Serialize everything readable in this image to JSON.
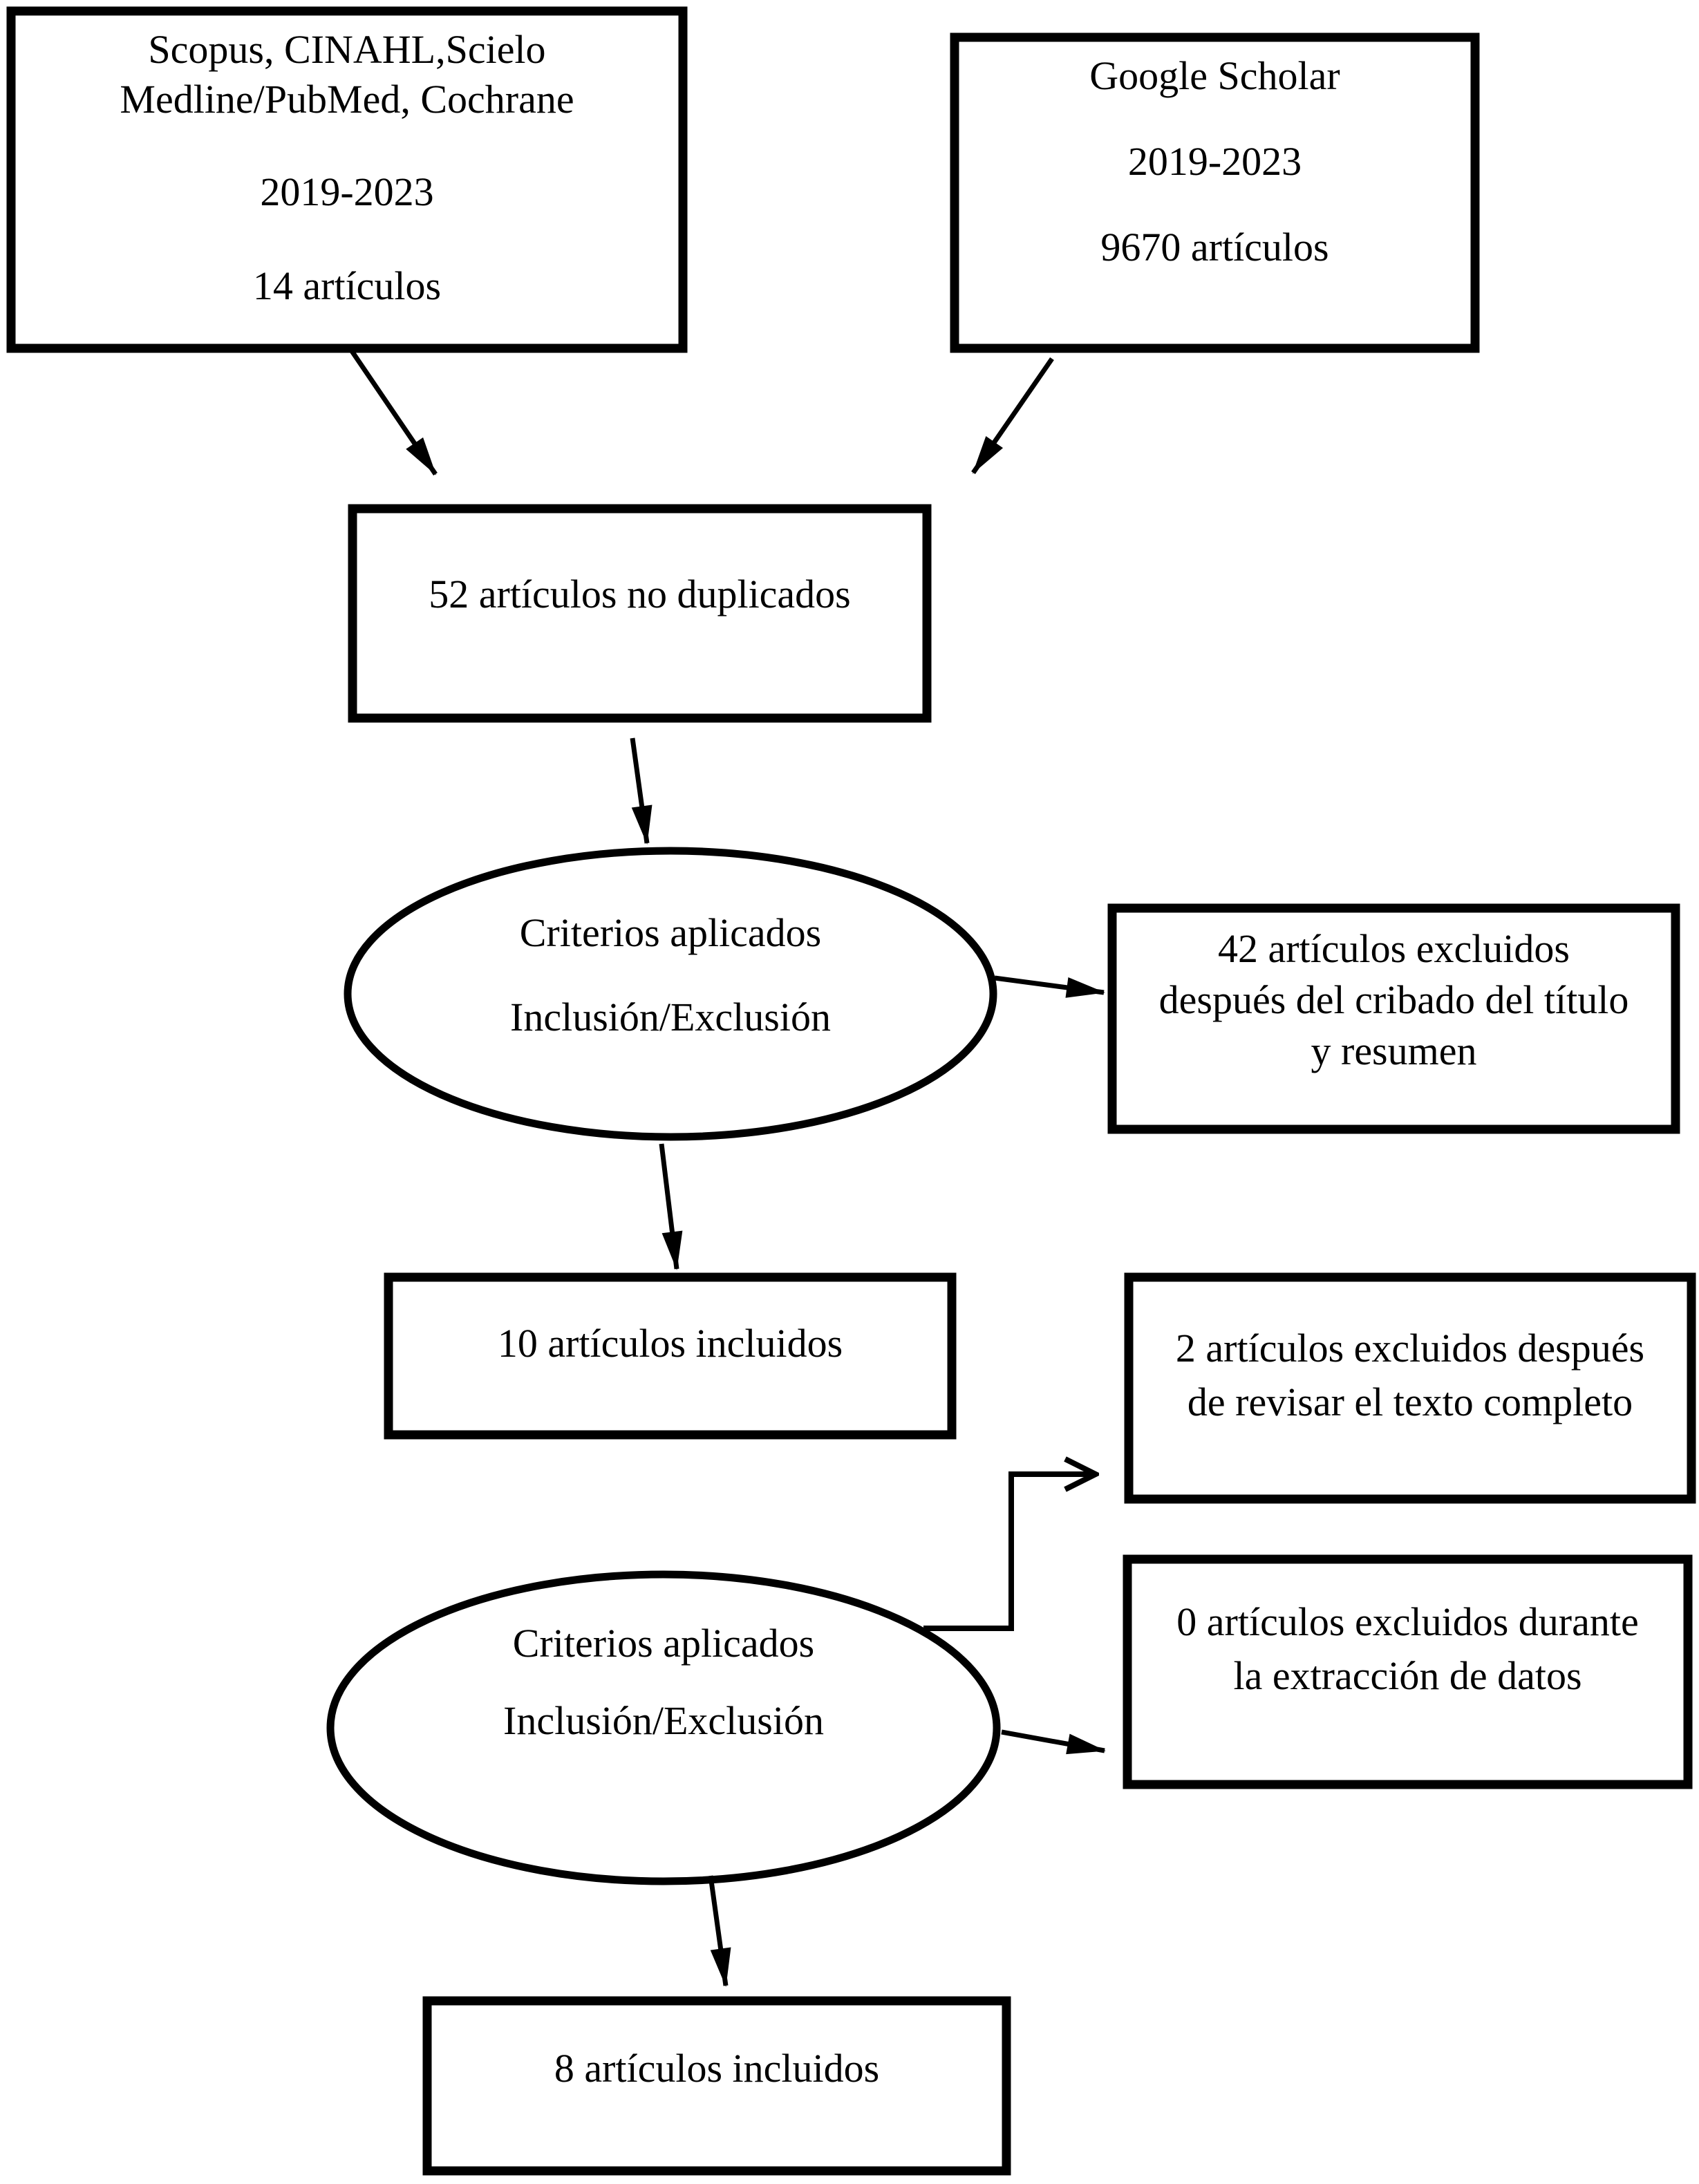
{
  "figure": {
    "background_color": "#ffffff",
    "stroke_color": "#000000",
    "nodes": {
      "databases_box": {
        "title_line1": "Scopus, CINAHL,Scielo",
        "title_line2": "Medline/PubMed, Cochrane",
        "period": "2019-2023",
        "count": "14 artículos"
      },
      "google_scholar_box": {
        "title": "Google Scholar",
        "period": "2019-2023",
        "count": "9670 artículos"
      },
      "deduplicated_box": {
        "text": "52 artículos no duplicados"
      },
      "criteria_ellipse_1": {
        "line1": "Criterios aplicados",
        "line2": "Inclusión/Exclusión"
      },
      "excluded_screening_box": {
        "line1": "42 artículos excluidos",
        "line2": "después del cribado del título",
        "line3": "y resumen"
      },
      "included_10_box": {
        "text": "10 artículos incluidos"
      },
      "excluded_fulltext_box": {
        "line1": "2 artículos excluidos después",
        "line2": "de revisar el texto completo"
      },
      "criteria_ellipse_2": {
        "line1": "Criterios aplicados",
        "line2": "Inclusión/Exclusión"
      },
      "excluded_extraction_box": {
        "line1": "0 artículos excluidos durante",
        "line2": "la extracción de datos"
      },
      "included_8_box": {
        "text": "8 artículos incluidos"
      }
    }
  }
}
